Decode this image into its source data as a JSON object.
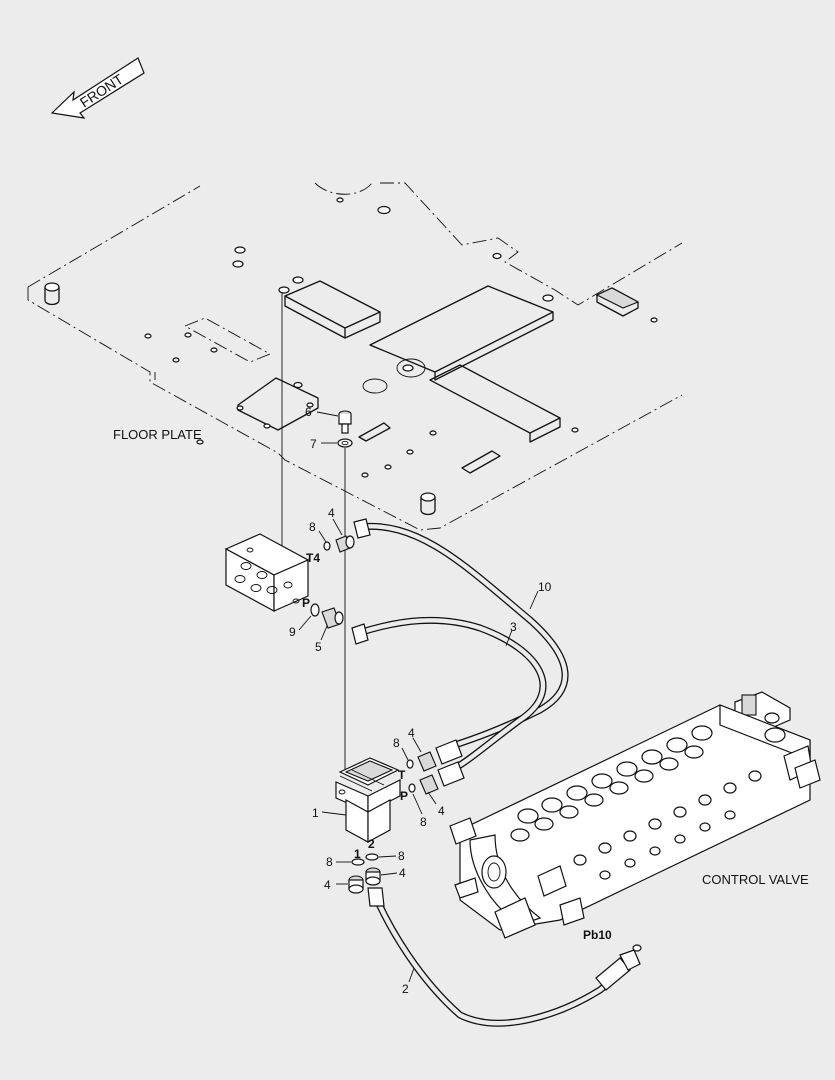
{
  "labels": {
    "front": "FRONT",
    "floor_plate": "FLOOR PLATE",
    "control_valve": "CONTROL VALVE"
  },
  "ports": {
    "t4": "T4",
    "p_block": "P",
    "t_valve": "T",
    "p_valve": "P",
    "port_1": "1",
    "port_2": "2",
    "pb10": "Pb10"
  },
  "callouts": [
    {
      "id": "c6",
      "text": "6"
    },
    {
      "id": "c7",
      "text": "7"
    },
    {
      "id": "c4a",
      "text": "4"
    },
    {
      "id": "c8a",
      "text": "8"
    },
    {
      "id": "c9",
      "text": "9"
    },
    {
      "id": "c5",
      "text": "5"
    },
    {
      "id": "c10",
      "text": "10"
    },
    {
      "id": "c3",
      "text": "3"
    },
    {
      "id": "c4b",
      "text": "4"
    },
    {
      "id": "c8b",
      "text": "8"
    },
    {
      "id": "c4c",
      "text": "4"
    },
    {
      "id": "c8c",
      "text": "8"
    },
    {
      "id": "c1",
      "text": "1"
    },
    {
      "id": "c8d",
      "text": "8"
    },
    {
      "id": "c8e",
      "text": "8"
    },
    {
      "id": "c4d",
      "text": "4"
    },
    {
      "id": "c4e",
      "text": "4"
    },
    {
      "id": "c2",
      "text": "2"
    }
  ],
  "colors": {
    "line": "#111111",
    "background": "#ececec"
  }
}
